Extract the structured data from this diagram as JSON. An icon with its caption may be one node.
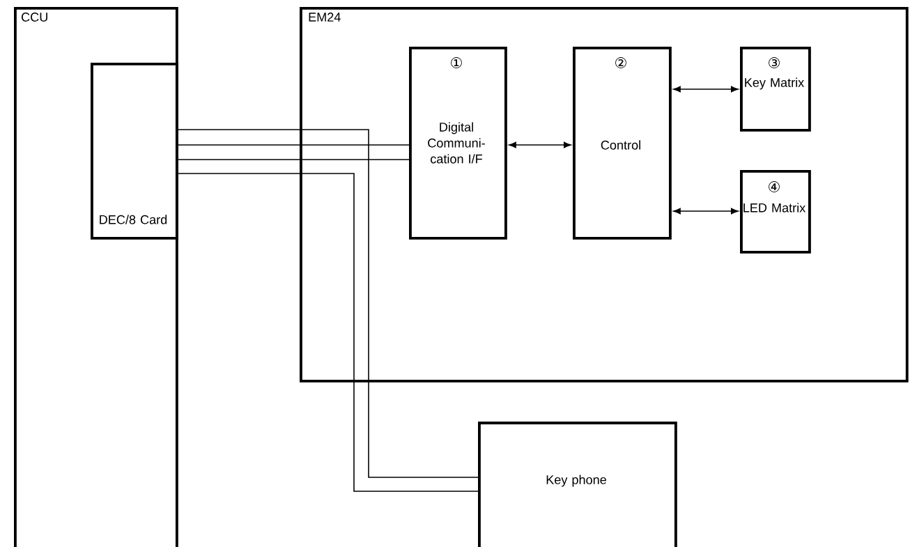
{
  "diagram": {
    "nodes": [
      {
        "text": [
          "CCU"
        ]
      },
      {
        "text": [
          "DEC/8 Card"
        ],
        "in": 0
      },
      {
        "text": [
          "EM24"
        ]
      },
      {
        "text": [
          "①",
          "Digital Communi- cation I/F"
        ],
        "in": 2
      },
      {
        "text": [
          "②",
          "Control"
        ],
        "in": 2
      },
      {
        "text": [
          "③",
          "Key Matrix"
        ],
        "in": 2
      },
      {
        "text": [
          "④",
          "LED Matrix"
        ],
        "in": 2
      },
      {
        "text": [
          "Key phone"
        ]
      }
    ],
    "edges": [
      {
        "from": 1,
        "to": 7,
        "arrow": "none"
      },
      {
        "from": 1,
        "to": 3,
        "arrow": "none"
      },
      {
        "from": 1,
        "to": 3,
        "arrow": "none"
      },
      {
        "from": 1,
        "to": 7,
        "arrow": "none"
      },
      {
        "from": 3,
        "to": 4,
        "arrow": "both"
      },
      {
        "from": 4,
        "to": 5,
        "arrow": "both"
      },
      {
        "from": 4,
        "to": 6,
        "arrow": "both"
      }
    ]
  }
}
